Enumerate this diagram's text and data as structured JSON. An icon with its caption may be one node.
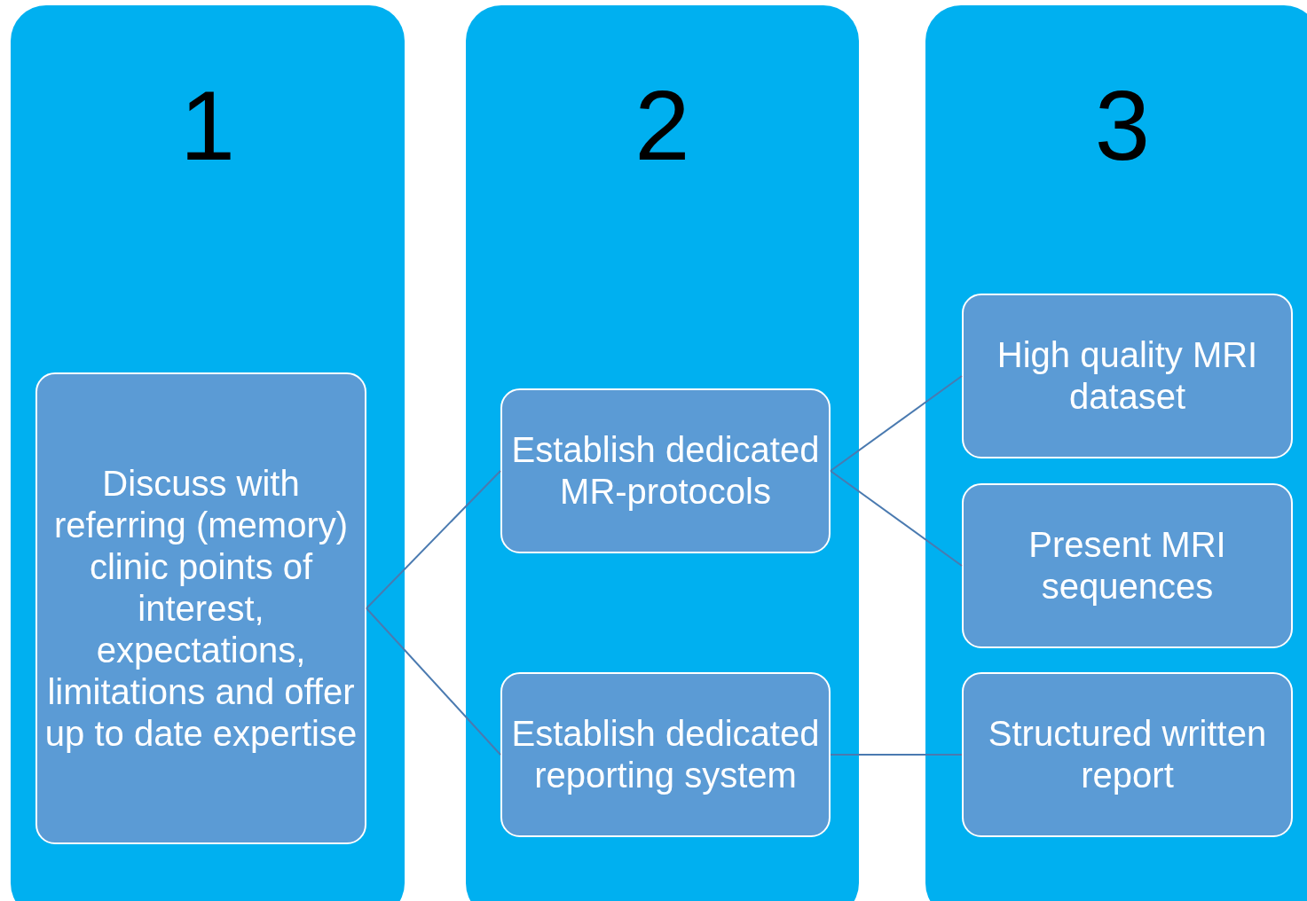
{
  "diagram": {
    "nodes": [
      {
        "text": [
          "1"
        ]
      },
      {
        "text": [
          "Discuss with referring (memory) clinic points of interest, expectations, limitations and offer up to date expertise"
        ],
        "in": 0
      },
      {
        "text": [
          "2"
        ]
      },
      {
        "text": [
          "Establish dedicated MR-protocols"
        ],
        "in": 2
      },
      {
        "text": [
          "Establish dedicated reporting system"
        ],
        "in": 2
      },
      {
        "text": [
          "3"
        ]
      },
      {
        "text": [
          "High quality MRI dataset"
        ],
        "in": 5
      },
      {
        "text": [
          "Present MRI sequences"
        ],
        "in": 5
      },
      {
        "text": [
          "Structured written report"
        ],
        "in": 5
      }
    ],
    "edges": [
      {
        "from": 1,
        "to": 3,
        "arrow": "none"
      },
      {
        "from": 1,
        "to": 4,
        "arrow": "none"
      },
      {
        "from": 3,
        "to": 6,
        "arrow": "none"
      },
      {
        "from": 3,
        "to": 7,
        "arrow": "none"
      },
      {
        "from": 4,
        "to": 8,
        "arrow": "none"
      }
    ]
  }
}
